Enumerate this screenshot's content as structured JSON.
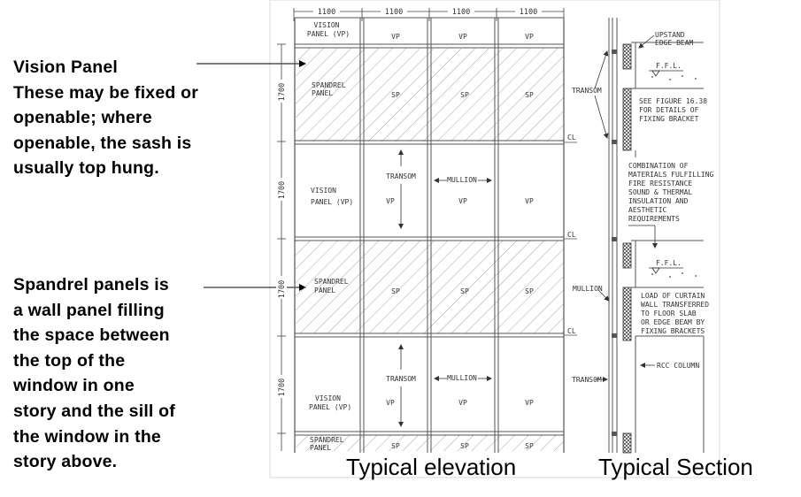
{
  "notes": {
    "vision": [
      "Vision Panel",
      "These may be fixed or",
      "openable; where",
      "openable, the sash is",
      "usually top hung."
    ],
    "spandrel": [
      "Spandrel panels is",
      "a wall panel filling",
      "the space between",
      "the top of the",
      "window in one",
      "story and the sill of",
      "the window in the",
      "story above."
    ]
  },
  "captions": {
    "elevation": "Typical elevation",
    "section": "Typical Section"
  },
  "elevation": {
    "module_widths": [
      "1100",
      "1100",
      "1100",
      "1100"
    ],
    "floor_heights": [
      "1700",
      "1700",
      "1700"
    ],
    "row_top": {
      "col1_line1": "VISION",
      "col1_line2": "PANEL (VP)",
      "cols": [
        "VP",
        "VP",
        "VP"
      ]
    },
    "row_spandrel": {
      "col1_line1": "SPANDREL",
      "col1_line2": "PANEL",
      "cols": [
        "SP",
        "SP",
        "SP"
      ]
    },
    "row_vision": {
      "col1_line1": "VISION",
      "col1_line2": "PANEL (VP)",
      "cols": [
        "VP",
        "VP",
        "VP"
      ]
    },
    "transom_label": "TRANSOM",
    "mullion_label": "MULLION"
  },
  "section": {
    "upstand_line1": "UPSTAND",
    "upstand_line2": "EDGE BEAM",
    "ffl": "F.F.L.",
    "transom": "TRANSOM",
    "mullion": "MULLION",
    "cl": "CL",
    "see_figure": [
      "SEE FIGURE 16.38",
      "FOR DETAILS OF",
      "FIXING BRACKET"
    ],
    "combination": [
      "COMBINATION OF",
      "MATERIALS FULFILLING",
      "FIRE RESISTANCE",
      "SOUND & THERMAL",
      "INSULATION AND",
      "AESTHETIC",
      "REQUIREMENTS"
    ],
    "load": [
      "LOAD OF CURTAIN",
      "WALL TRANSFERRED",
      "TO FLOOR SLAB",
      "OR EDGE BEAM BY",
      "FIXING BRACKETS"
    ],
    "rcc": "RCC COLUMN"
  }
}
